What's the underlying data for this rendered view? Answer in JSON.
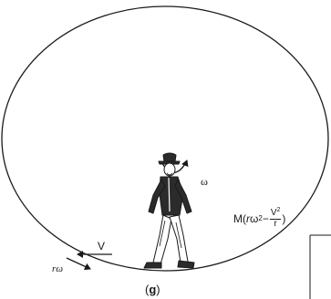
{
  "diagram": {
    "panel_label_open": "(",
    "panel_label_letter": "g",
    "panel_label_close": ")",
    "omega_label": "ω",
    "velocity_label": "V",
    "rim_speed_label": "rω",
    "force_label": {
      "prefix": "M(",
      "r": "r",
      "omega": "ω",
      "exp": "2",
      "minus": " − ",
      "frac_num": "V",
      "frac_num_exp": "2",
      "frac_den": "r",
      "suffix": ")"
    },
    "colors": {
      "ink": "#1a1a1a",
      "background": "#ffffff",
      "figure_fill": "#2b2b2b"
    },
    "icons": [
      "rotation-arrow-icon",
      "velocity-arrow-icon",
      "rim-speed-arrow-icon",
      "walking-man-icon"
    ]
  }
}
